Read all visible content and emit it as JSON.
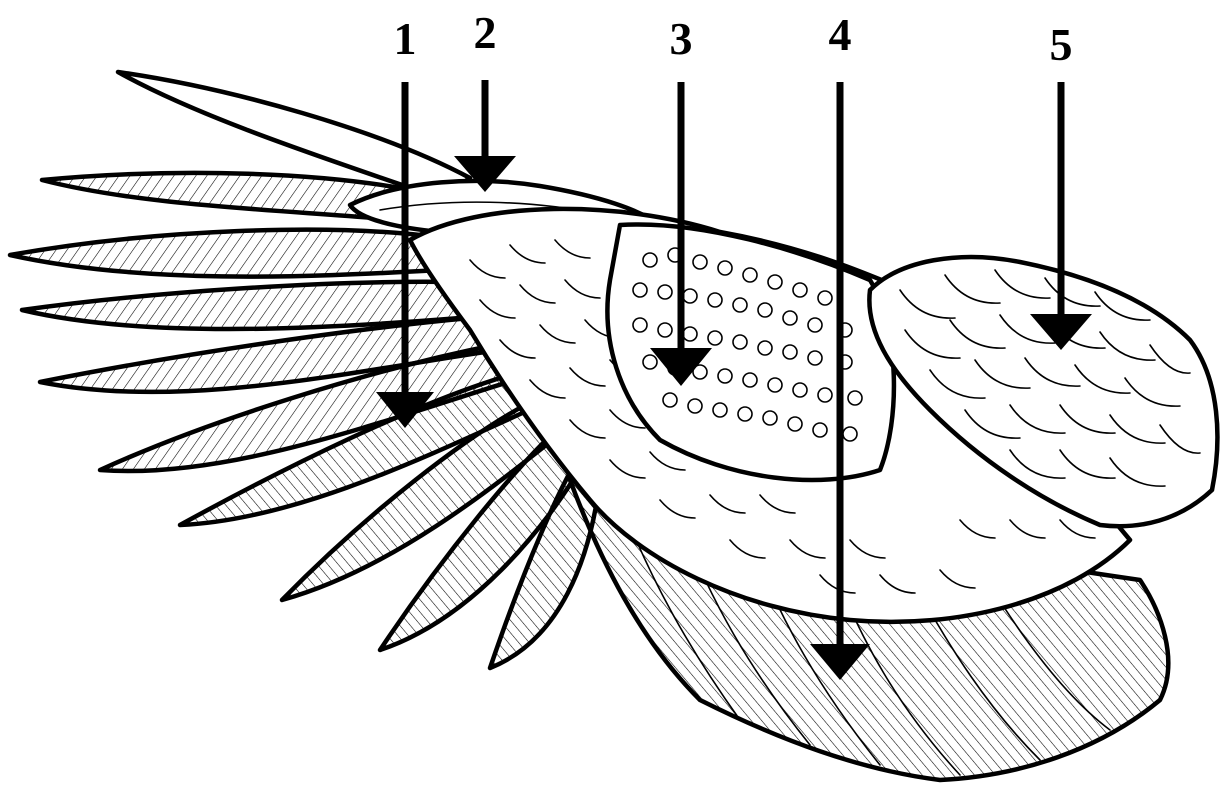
{
  "diagram": {
    "labels": [
      {
        "id": "1",
        "text": "1"
      },
      {
        "id": "2",
        "text": "2"
      },
      {
        "id": "3",
        "text": "3"
      },
      {
        "id": "4",
        "text": "4"
      },
      {
        "id": "5",
        "text": "5"
      }
    ]
  },
  "colors": {
    "ink": "#000000",
    "paper": "#ffffff"
  }
}
